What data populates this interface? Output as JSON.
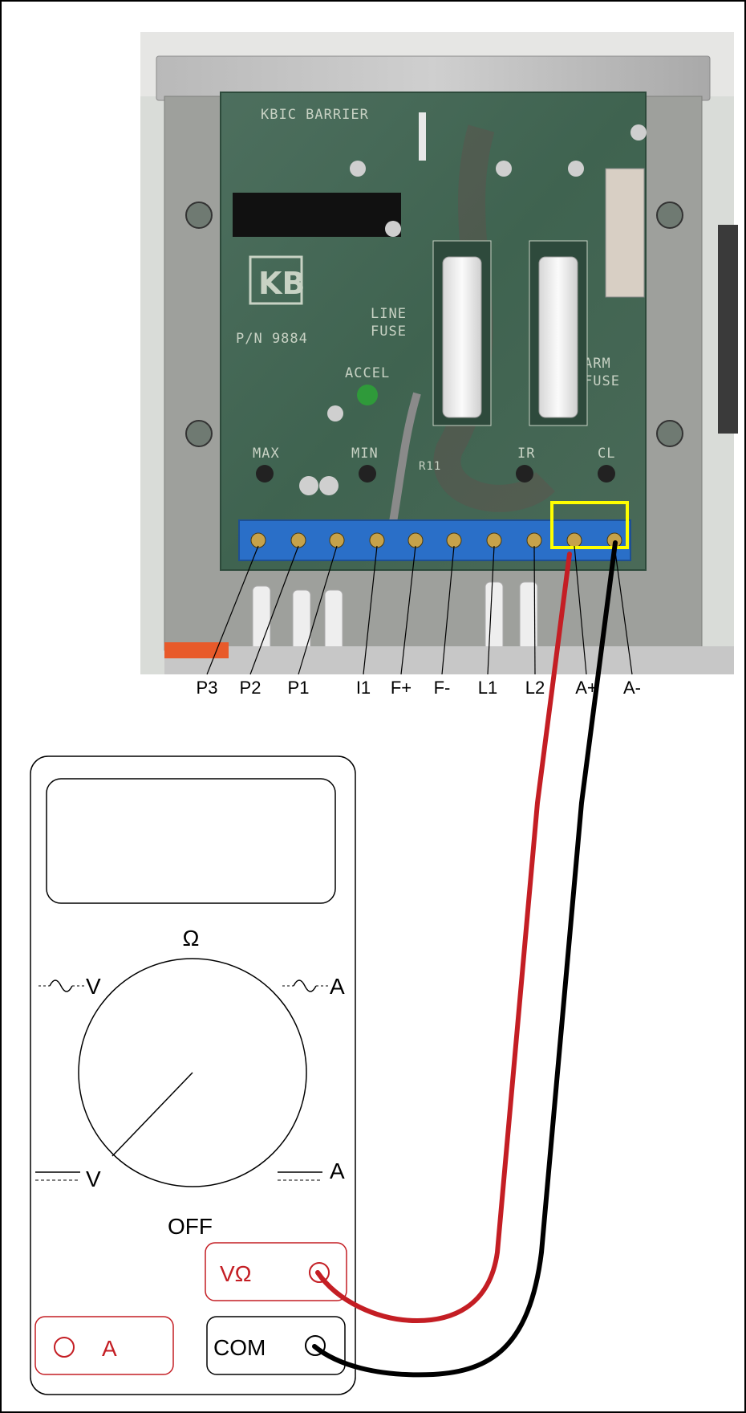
{
  "board": {
    "title": "KBIC BARRIER",
    "part_number": "P/N 9884",
    "logo": "KB",
    "line_fuse": [
      "LINE",
      "FUSE"
    ],
    "arm_fuse": [
      "ARM",
      "FUSE"
    ],
    "pots": {
      "accel": "ACCEL",
      "max": "MAX",
      "min": "MIN",
      "ir": "IR",
      "cl": "CL"
    },
    "resistor_code": "R11"
  },
  "terminals": [
    "P3",
    "P2",
    "P1",
    "I1",
    "F+",
    "F-",
    "L1",
    "L2",
    "A+",
    "A-"
  ],
  "highlight": {
    "terminals": [
      "A+",
      "A-"
    ],
    "color": "#ffff00"
  },
  "meter": {
    "dial_top": "Ω",
    "dial_off": "OFF",
    "ac_volts": "V",
    "ac_amps": "A",
    "dc_volts": "V",
    "dc_amps": "A",
    "selected_position": "DC V",
    "jacks": {
      "vohm": "VΩ",
      "amps": "A",
      "com": "COM"
    }
  },
  "colors": {
    "red_lead": "#c41e24",
    "black_lead": "#000000",
    "jack_red": "#c41e24",
    "highlight": "#ffff00",
    "terminal_block": "#2a6fc8"
  },
  "icons": [
    "ac-sine-icon",
    "dc-line-icon",
    "jack-socket-icon"
  ]
}
